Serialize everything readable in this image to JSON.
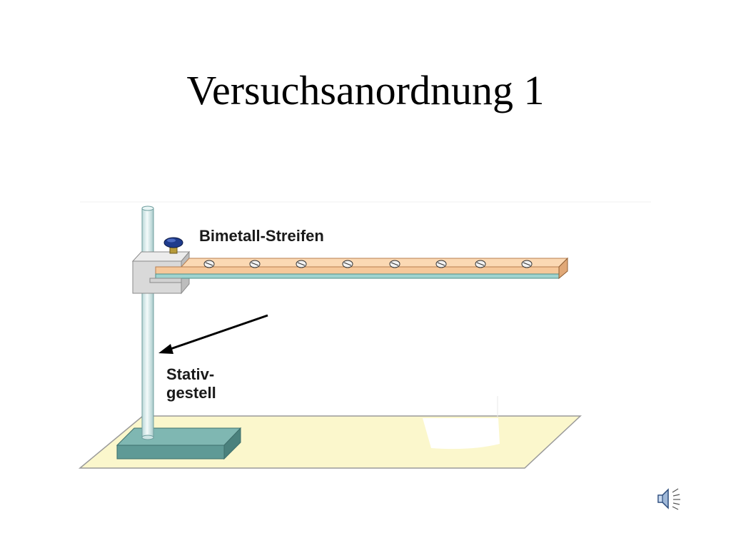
{
  "slide": {
    "title": "Versuchsanordnung 1"
  },
  "diagram": {
    "labels": {
      "bimetal_strip": "Bimetall-Streifen",
      "stand": "Stativ-\ngestell"
    },
    "colors": {
      "table_surface": "#fbf7cc",
      "base_plate": "#5f9a96",
      "copper_layer": "#f6c89a",
      "steel_layer": "#9fd3cf",
      "clamp": "#d9d9d9",
      "rod": "#e6f2f2",
      "knob": "#1f3b8c"
    },
    "icons": {
      "speaker": "speaker-icon"
    }
  }
}
